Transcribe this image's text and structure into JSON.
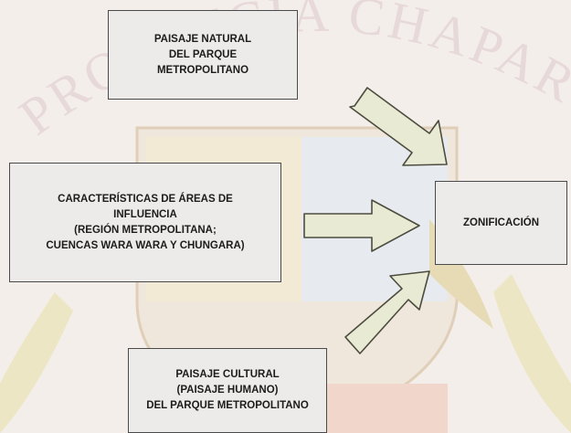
{
  "watermark": {
    "text": "PROVINCIA CHAPARE"
  },
  "diagram": {
    "boxes": {
      "natural": {
        "text": "PAISAJE NATURAL\nDEL PARQUE\nMETROPOLITANO"
      },
      "caracteristicas": {
        "text": "CARACTERÍSTICAS DE ÁREAS DE\nINFLUENCIA\n(REGIÓN METROPOLITANA;\nCUENCAS WARA WARA Y CHUNGARA)"
      },
      "zonificacion": {
        "text": "ZONIFICACIÓN"
      },
      "cultural": {
        "text": "PAISAJE CULTURAL\n(PAISAJE HUMANO)\nDEL PARQUE METROPOLITANO"
      }
    },
    "colors": {
      "box_fill": "#ecebea",
      "box_border": "#4a4a4a",
      "arrow_fill": "#e8ead3",
      "arrow_stroke": "#4d4d3f"
    }
  }
}
